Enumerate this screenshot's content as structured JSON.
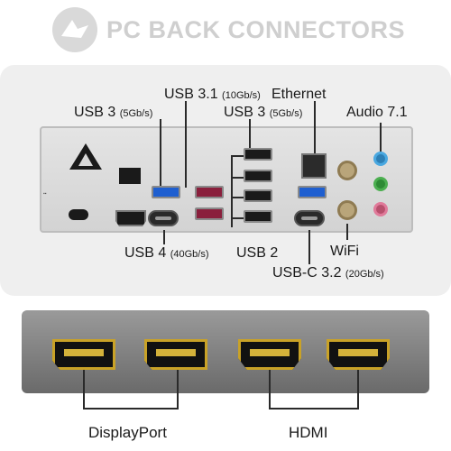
{
  "header": {
    "logo_icon": "shark-logo-icon",
    "title": "PC BACK CONNECTORS"
  },
  "labels": {
    "usb3_left": "USB 3",
    "usb3_left_speed": "(5Gb/s)",
    "usb31": "USB 3.1",
    "usb31_speed": "(10Gb/s)",
    "ethernet": "Ethernet",
    "usb3_right": "USB 3",
    "usb3_right_speed": "(5Gb/s)",
    "audio": "Audio 7.1",
    "usb4": "USB 4",
    "usb4_speed": "(40Gb/s)",
    "usb2": "USB 2",
    "wifi": "WiFi",
    "usbc32": "USB-C 3.2",
    "usbc32_speed": "(20Gb/s)",
    "displayport": "DisplayPort",
    "hdmi": "HDMI"
  },
  "colors": {
    "usb3_blue": "#1f5fd0",
    "usb31_red": "#8a1f3c",
    "audio_blue": "#4aa8e0",
    "audio_green": "#4caf50",
    "audio_pink": "#e07a9a",
    "gold": "#c9a227"
  }
}
